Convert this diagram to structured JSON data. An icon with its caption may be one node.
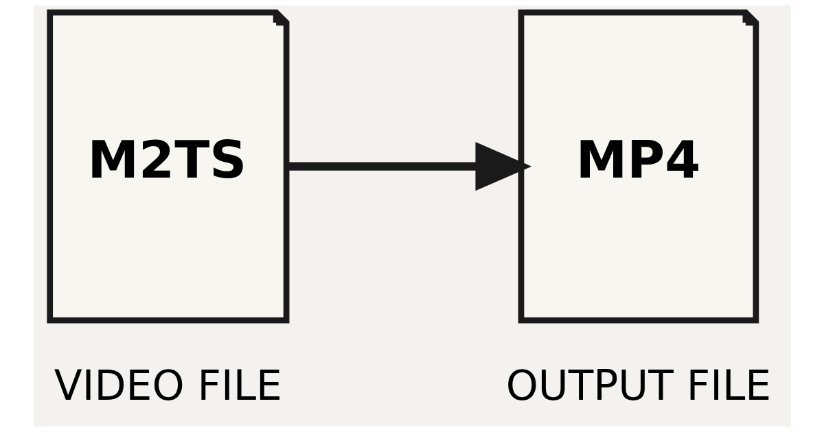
{
  "diagram": {
    "nodes": [
      {
        "text": [
          "M2TS"
        ],
        "beside": [
          "VIDEO FILE"
        ]
      },
      {
        "text": [
          "MP4"
        ],
        "beside": [
          "OUTPUT FILE"
        ]
      }
    ],
    "edges": [
      {
        "from": 0,
        "to": 1,
        "arrow": "to"
      }
    ]
  }
}
